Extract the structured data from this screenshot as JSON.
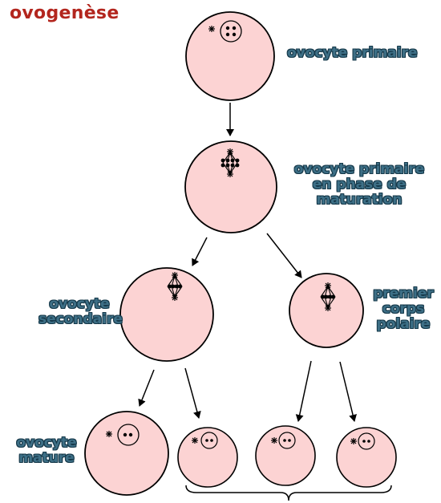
{
  "title": "ovogenèse",
  "labels": {
    "primary_oocyte": "ovocyte primaire",
    "maturing_line1": "ovocyte primaire",
    "maturing_line2": "en phase de",
    "maturing_line3": "maturation",
    "secondary_line1": "ovocyte",
    "secondary_line2": "secondaire",
    "polar_line1": "premier",
    "polar_line2": "corps",
    "polar_line3": "polaire",
    "mature_line1": "ovocyte",
    "mature_line2": "mature"
  },
  "colors": {
    "cell_fill": "#fcd3d3",
    "title": "#b3261e",
    "label": "#3d6f86"
  }
}
